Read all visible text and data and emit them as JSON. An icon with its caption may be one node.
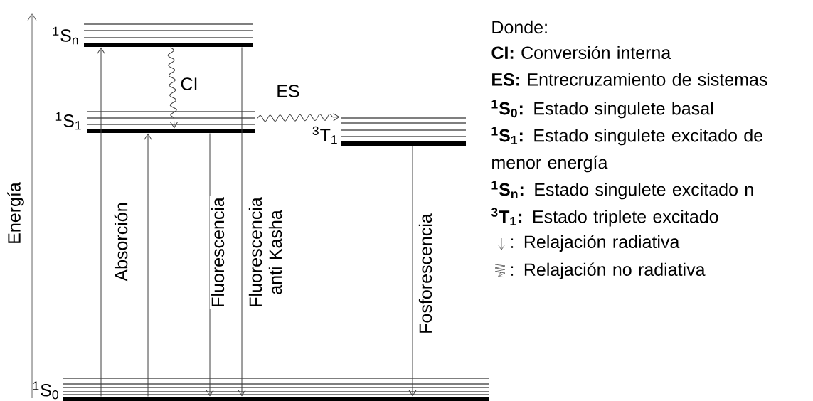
{
  "diagram": {
    "nodes": [
      {
        "text": [
          "$^{1}$S$_{n}$"
        ]
      },
      {
        "text": [
          "$^{1}$S$_{1}$"
        ]
      },
      {
        "text": [
          "$^{3}$T$_{1}$"
        ]
      },
      {
        "text": [
          "$^{1}$S$_{0}$"
        ]
      }
    ],
    "edges": [
      {
        "from": 3,
        "to": 0,
        "arrow": "to",
        "label": "Absorción"
      },
      {
        "from": 3,
        "to": 1,
        "arrow": "to"
      },
      {
        "from": 0,
        "to": 1,
        "arrow": "to",
        "label": "CI"
      },
      {
        "from": 1,
        "to": 2,
        "arrow": "to",
        "label": "ES"
      },
      {
        "from": 1,
        "to": 3,
        "arrow": "to",
        "label": "Fluorescencia"
      },
      {
        "from": 0,
        "to": 3,
        "arrow": "to",
        "label": "Fluorescencia anti Kasha"
      },
      {
        "from": 2,
        "to": 3,
        "arrow": "to",
        "label": "Fosforescencia"
      }
    ],
    "labels": [
      "Energía",
      "Donde:"
    ],
    "legend": [
      {
        "text": "**CI:** Conversión interna"
      },
      {
        "text": "**ES:** Entrecruzamiento de sistemas"
      },
      {
        "text": "**$^{1}$S$_{0}$:** Estado singulete basal"
      },
      {
        "text": "**$^{1}$S$_{1}$:** Estado singulete excitado de menor energía"
      },
      {
        "text": "**$^{1}$S$_{n}$:** Estado singulete excitado n"
      },
      {
        "text": "**$^{3}$T$_{1}$:** Estado triplete excitado"
      },
      {
        "text": ": Relajación radiativa"
      },
      {
        "text": ": Relajación no radiativa"
      }
    ]
  }
}
